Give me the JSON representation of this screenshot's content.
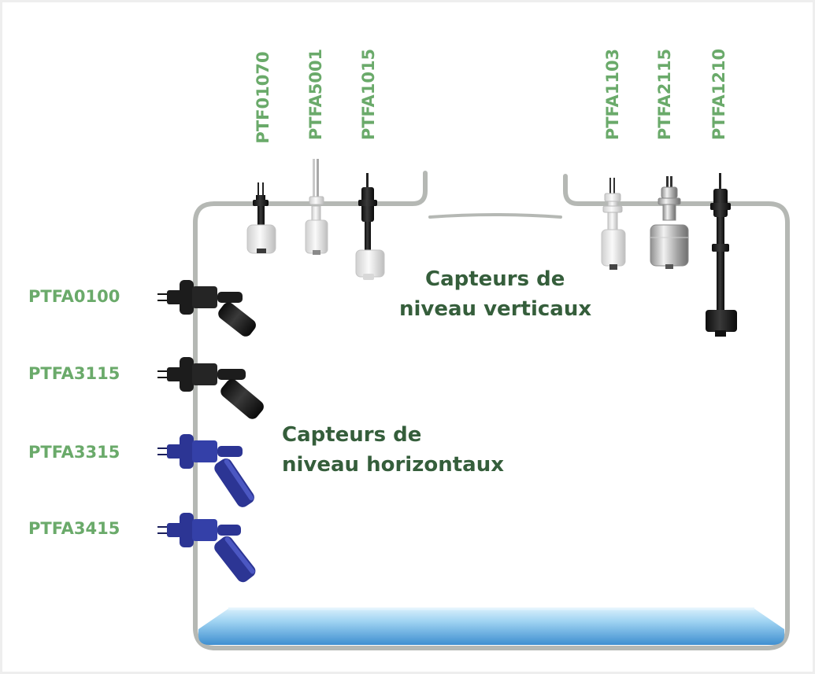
{
  "vertical_sensors": [
    {
      "label": "PTF01070"
    },
    {
      "label": "PTFA5001"
    },
    {
      "label": "PTFA1015"
    },
    {
      "label": "PTFA1103"
    },
    {
      "label": "PTFA2115"
    },
    {
      "label": "PTFA1210"
    }
  ],
  "horizontal_sensors": [
    {
      "label": "PTFA0100"
    },
    {
      "label": "PTFA3115"
    },
    {
      "label": "PTFA3315"
    },
    {
      "label": "PTFA3415"
    }
  ],
  "captions": {
    "vertical_line1": "Capteurs de",
    "vertical_line2": "niveau verticaux",
    "horizontal_line1": "Capteurs de",
    "horizontal_line2": "niveau horizontaux"
  },
  "colors": {
    "label_green": "#6aaa6a",
    "caption_green": "#355e3b",
    "tank_outline": "#b5b8b4",
    "water": "#7fc3ea",
    "sensor_black": "#1c1c1c",
    "sensor_white": "#ececec",
    "sensor_blue": "#2c3594",
    "sensor_steel": "#b7b7b7"
  }
}
